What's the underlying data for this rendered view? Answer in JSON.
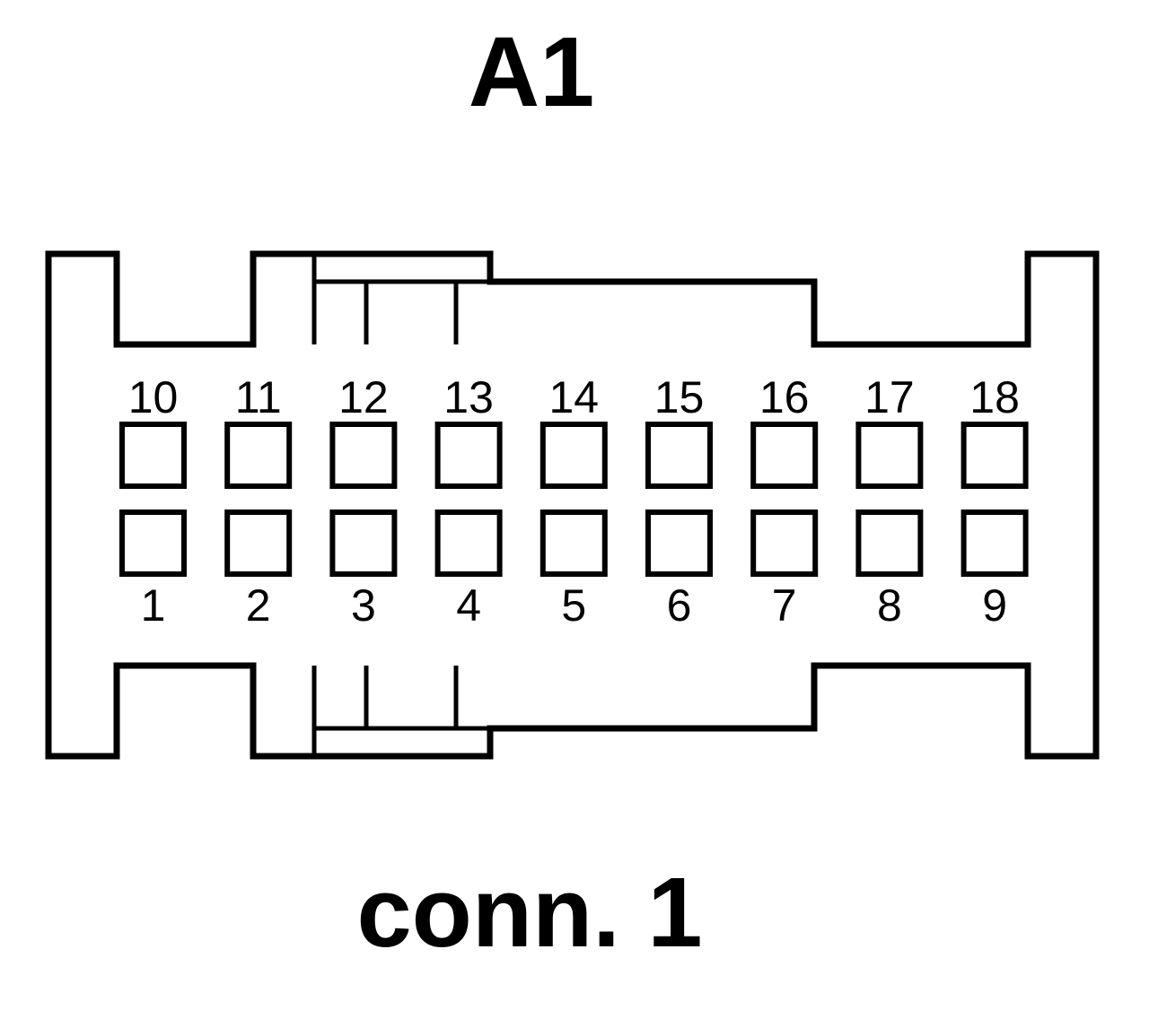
{
  "diagram": {
    "component_label": "A1",
    "connector_label": "conn. 1",
    "colors": {
      "line": "#000000",
      "background": "#ffffff"
    },
    "pins_top_row": [
      "10",
      "11",
      "12",
      "13",
      "14",
      "15",
      "16",
      "17",
      "18"
    ],
    "pins_bottom_row": [
      "1",
      "2",
      "3",
      "4",
      "5",
      "6",
      "7",
      "8",
      "9"
    ]
  }
}
